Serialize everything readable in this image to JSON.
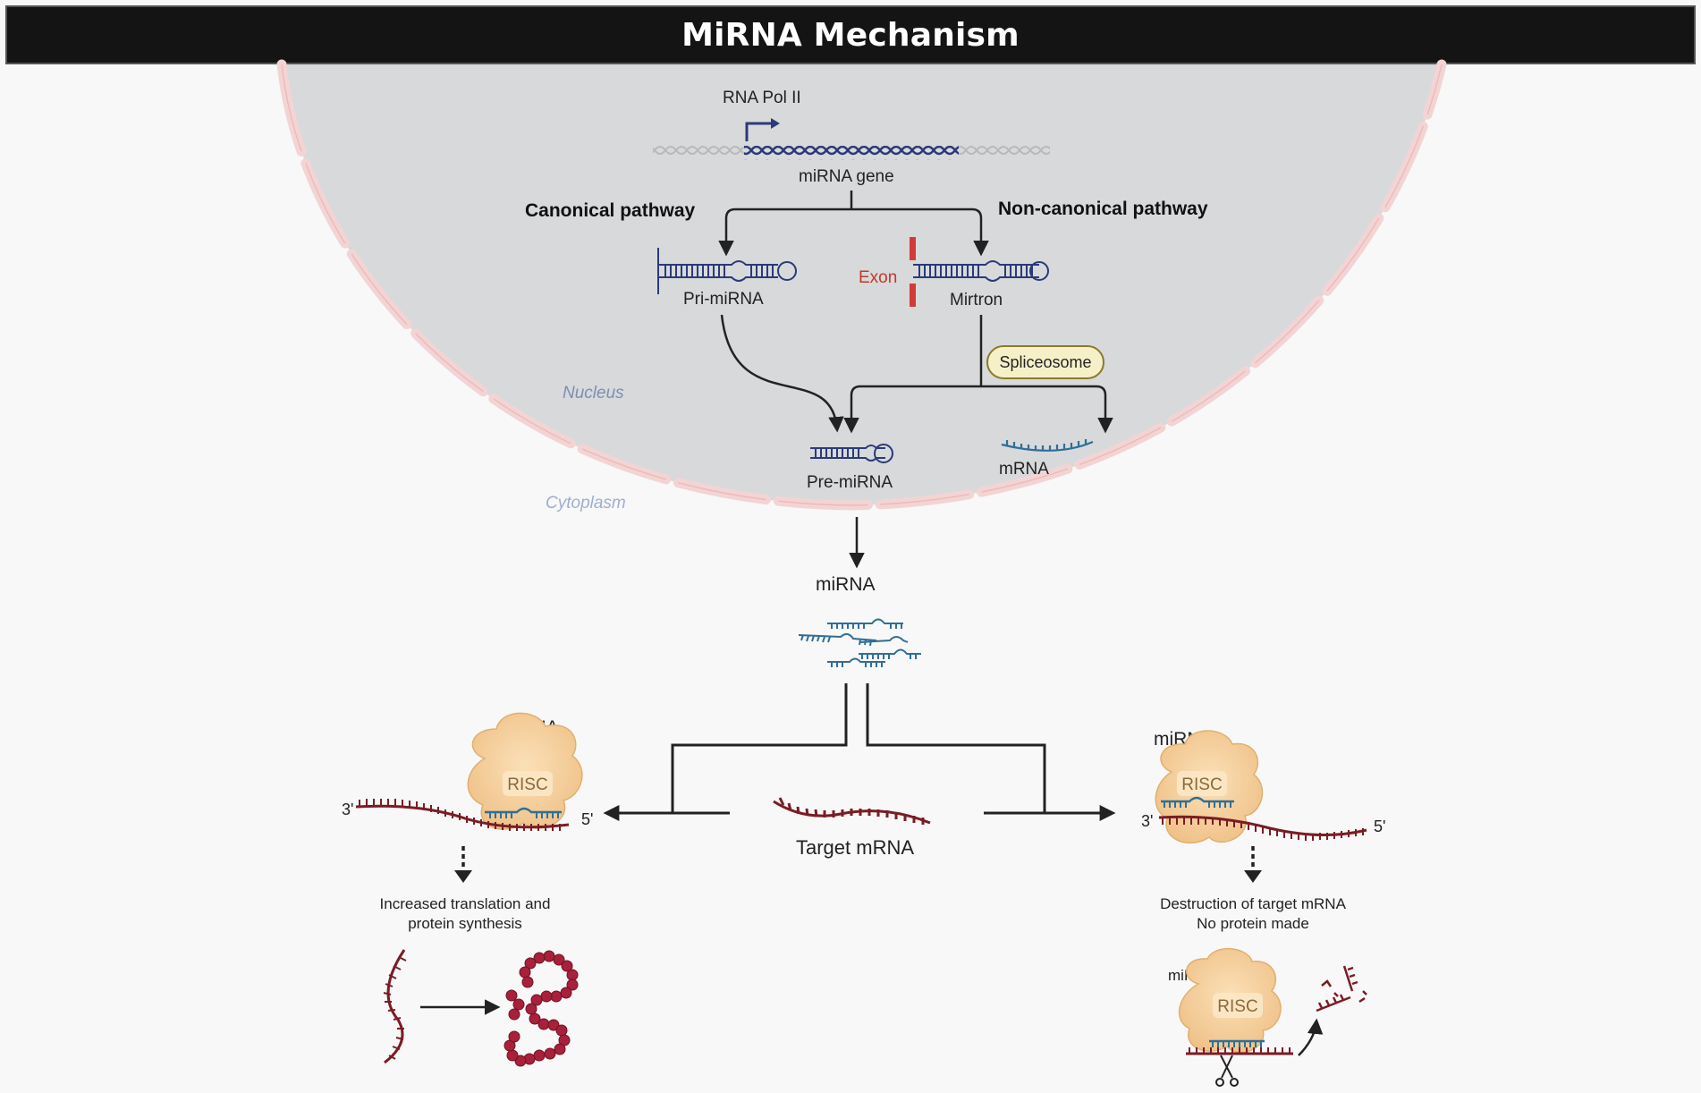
{
  "title": "MiRNA Mechanism",
  "colors": {
    "title_bar": "#141414",
    "nucleus_fill": "#d8d9db",
    "nuclear_envelope": "#f3d4d4",
    "dna_dark": "#2b3a78",
    "rna_blue": "#2f6f96",
    "target_mrna": "#7a1c24",
    "exon": "#d23a3a",
    "risc": "#f2c891",
    "spliceosome_fill": "#f6f0c8",
    "compartment_label": "#7d8fb3"
  },
  "labels": {
    "rna_pol": "RNA Pol II",
    "gene": "miRNA gene",
    "canonical": "Canonical pathway",
    "non_canonical": "Non-canonical pathway",
    "pri_mirna": "Pri-miRNA",
    "exon": "Exon",
    "mirtron": "Mirtron",
    "spliceosome": "Spliceosome",
    "nucleus": "Nucleus",
    "cytoplasm": "Cytoplasm",
    "pre_mirna": "Pre-miRNA",
    "mrna": "mRNA",
    "mirna_cyto": "miRNA",
    "target_mrna": "Target mRNA",
    "left_mirna": "miRNA",
    "left_risc": "RISC",
    "left_3p": "3'",
    "left_5p": "5'",
    "left_outcome_1": "Increased translation and",
    "left_outcome_2": "protein synthesis",
    "right_mirna": "miRNA",
    "right_risc": "RISC",
    "right_3p": "3'",
    "right_5p": "5'",
    "right_outcome_1": "Destruction of target mRNA",
    "right_outcome_2": "No protein made",
    "bottom_mirna": "miRNA",
    "bottom_risc": "RISC"
  }
}
